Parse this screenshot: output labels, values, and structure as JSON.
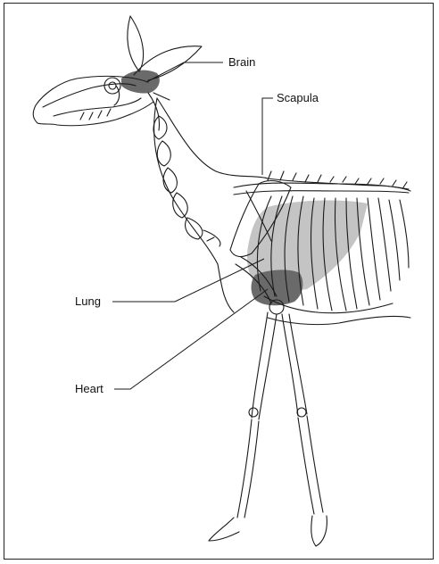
{
  "labels": {
    "brain": "Brain",
    "scapula": "Scapula",
    "lung": "Lung",
    "heart": "Heart"
  },
  "colors": {
    "outline": "#1a1a1a",
    "shade_light": "#c4c4c4",
    "shade_dark": "#6a6a6a",
    "frame": "#222222"
  }
}
